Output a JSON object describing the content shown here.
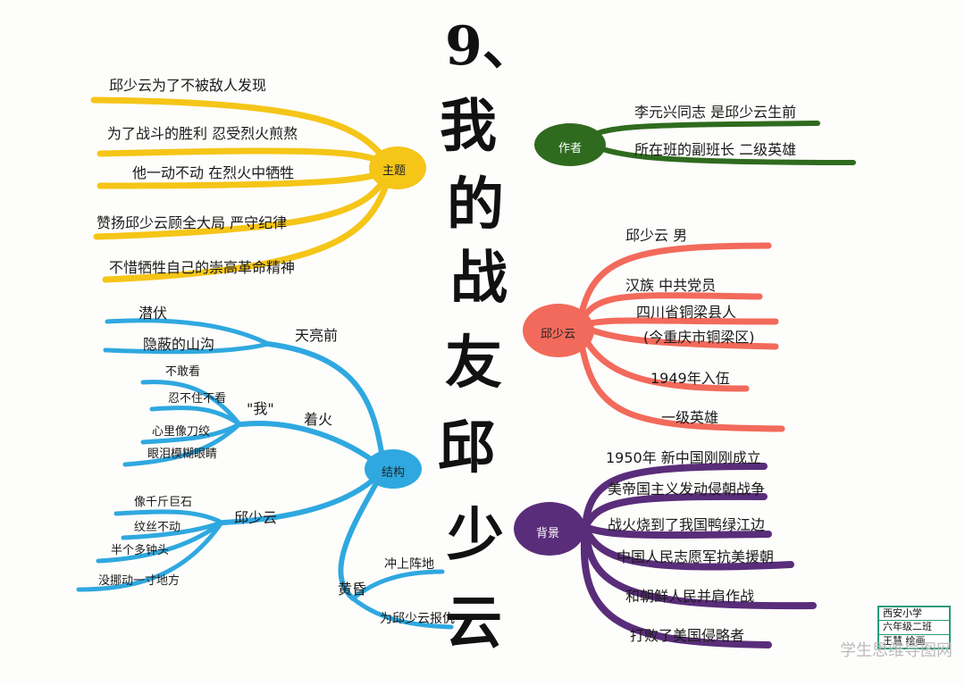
{
  "title": {
    "number": "9、",
    "chars": [
      "我",
      "的",
      "战",
      "友",
      "邱",
      "少",
      "云"
    ]
  },
  "theme": {
    "label": "主题",
    "color": "#f5c518",
    "items": [
      "邱少云为了不被敌人发现",
      "为了战斗的胜利 忍受烈火煎熬",
      "他一动不动 在烈火中牺牲",
      "赞扬邱少云顾全大局 严守纪律",
      "不惜牺牲自己的崇高革命精神"
    ]
  },
  "author": {
    "label": "作者",
    "color": "#2f6b1f",
    "items": [
      "李元兴同志 是邱少云生前",
      "所在班的副班长 二级英雄"
    ]
  },
  "person": {
    "label": "邱少云",
    "color": "#f26a5b",
    "items": [
      "邱少云 男",
      "汉族 中共党员",
      "四川省铜梁县人",
      "(今重庆市铜梁区)",
      "1949年入伍",
      "一级英雄"
    ]
  },
  "structure": {
    "label": "结构",
    "color": "#2fa8e0",
    "before_dawn": {
      "label": "天亮前",
      "items": [
        "潜伏",
        "隐蔽的山沟"
      ]
    },
    "fire": {
      "label": "着火",
      "me": {
        "label": "\"我\"",
        "items": [
          "不敢看",
          "忍不住不看",
          "心里像刀绞",
          "眼泪模糊眼睛"
        ]
      },
      "qiu": {
        "label": "邱少云",
        "items": [
          "像千斤巨石",
          "纹丝不动",
          "半个多钟头",
          "没挪动一寸地方"
        ]
      }
    },
    "dusk": {
      "label": "黄昏",
      "items": [
        "冲上阵地",
        "为邱少云报仇"
      ]
    }
  },
  "background": {
    "label": "背景",
    "color": "#5a2d7a",
    "items": [
      "1950年 新中国刚刚成立",
      "美帝国主义发动侵朝战争",
      "战火烧到了我国鸭绿江边",
      "中国人民志愿军抗美援朝",
      "和朝鲜人民并肩作战",
      "打败了美国侵略者"
    ]
  },
  "stamp": [
    "西安小学",
    "六年级二班",
    "王慧 绘画"
  ],
  "watermark": "学生思维导图网"
}
